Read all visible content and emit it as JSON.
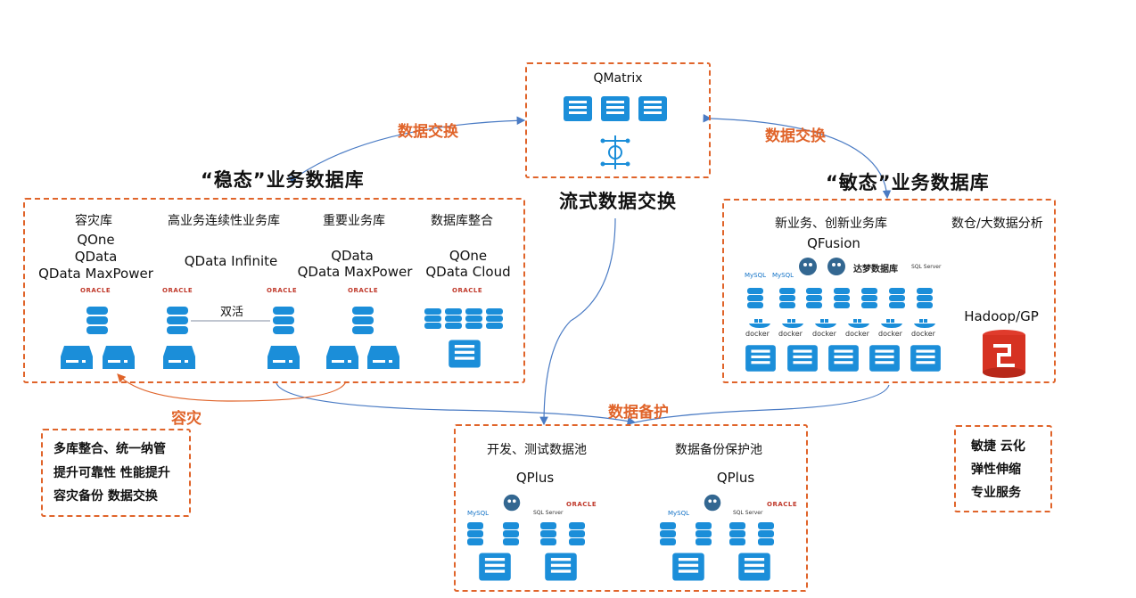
{
  "qmatrix": {
    "title": "QMatrix",
    "caption": "流式数据交换"
  },
  "exchange_left": "数据交换",
  "exchange_right": "数据交换",
  "backup_label": "数据备护",
  "dr_label": "容灾",
  "steady": {
    "title": "“稳态”业务数据库",
    "col1": {
      "header": "容灾库",
      "products": [
        "QOne",
        "QData",
        "QData MaxPower"
      ]
    },
    "col2": {
      "header": "高业务连续性业务库",
      "products": [
        "QData Infinite"
      ],
      "link_label": "双活"
    },
    "col3": {
      "header": "重要业务库",
      "products": [
        "QData",
        "QData MaxPower"
      ]
    },
    "col4": {
      "header": "数据库整合",
      "products": [
        "QOne",
        "QData Cloud"
      ]
    },
    "oracle": "ORACLE"
  },
  "agile": {
    "title": "“敏态”业务数据库",
    "col1": {
      "header": "新业务、创新业务库",
      "product": "QFusion"
    },
    "col2": {
      "header": "数仓/大数据分析",
      "product": "Hadoop/GP"
    },
    "logos": {
      "mysql": "MySQL",
      "dameng": "达梦数据库",
      "sqlserver": "SQL Server"
    },
    "docker": "docker"
  },
  "pools": {
    "col1": {
      "header": "开发、测试数据池",
      "product": "QPlus"
    },
    "col2": {
      "header": "数据备份保护池",
      "product": "QPlus"
    }
  },
  "notes_left": [
    "多库整合、统一纳管",
    "提升可靠性 性能提升",
    "容灾备份 数据交换"
  ],
  "notes_right": [
    "敏捷 云化",
    "弹性伸缩",
    "专业服务"
  ]
}
